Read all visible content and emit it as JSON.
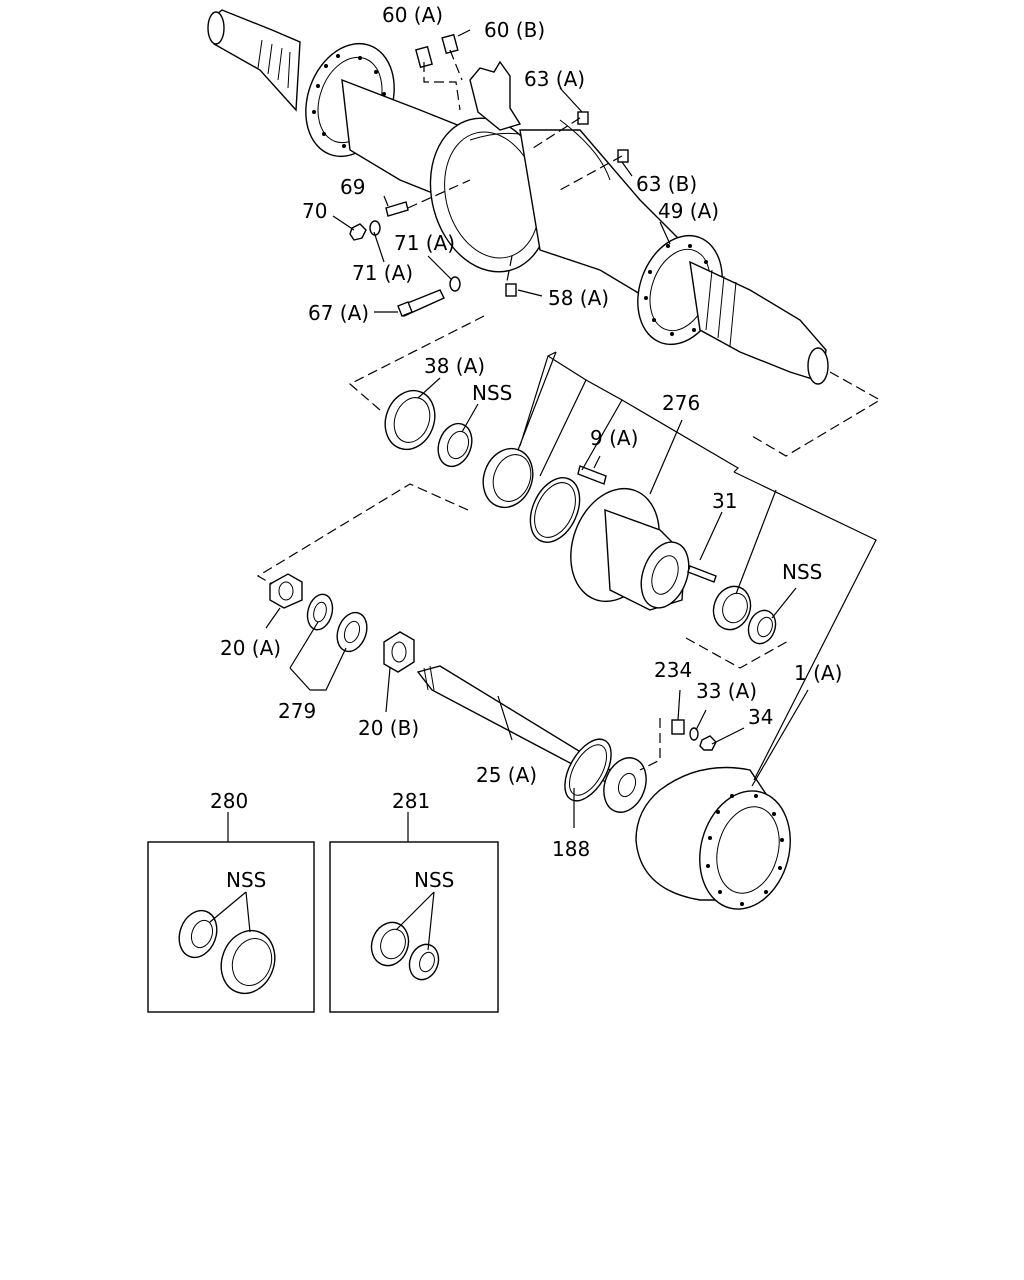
{
  "labels": {
    "l_60a": "60 (A)",
    "l_60b": "60 (B)",
    "l_63a": "63 (A)",
    "l_63b": "63 (B)",
    "l_69": "69",
    "l_70": "70",
    "l_71a_1": "71 (A)",
    "l_71a_2": "71 (A)",
    "l_49a": "49 (A)",
    "l_58a": "58 (A)",
    "l_67a": "67 (A)",
    "l_38a": "38 (A)",
    "l_nss_1": "NSS",
    "l_276": "276",
    "l_9a": "9 (A)",
    "l_31": "31",
    "l_nss_2": "NSS",
    "l_20a": "20 (A)",
    "l_279": "279",
    "l_20b": "20 (B)",
    "l_234": "234",
    "l_33a": "33 (A)",
    "l_34": "34",
    "l_1a": "1 (A)",
    "l_25a": "25 (A)",
    "l_188": "188",
    "l_280": "280",
    "l_281": "281",
    "l_nss_3": "NSS",
    "l_nss_4": "NSS"
  }
}
